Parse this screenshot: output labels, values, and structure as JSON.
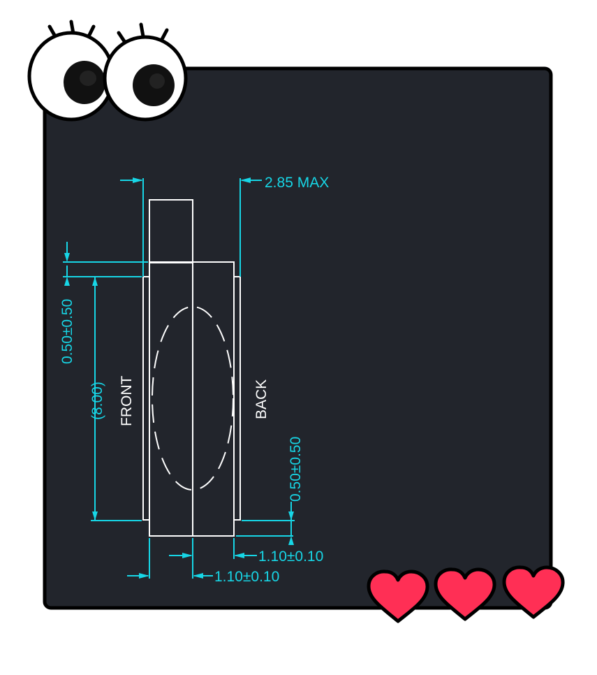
{
  "colors": {
    "panel_background": "#22252c",
    "panel_border": "#000000",
    "dimension_color": "#17d6e6",
    "outline_color": "#ffffff",
    "heart_color": "#ff2f55",
    "eye_white": "#ffffff",
    "eye_pupil": "#111111"
  },
  "icons": {
    "eyes": "cartoon-eyes-icon",
    "hearts": "heart-icon"
  },
  "drawing": {
    "top_dimension_label": "2.85 MAX",
    "left_offset_label": "0.50±0.50",
    "overall_length_label": "(8.00)",
    "right_offset_label": "0.50±0.50",
    "front_label": "FRONT",
    "back_label": "BACK",
    "back_thickness_label": "1.10±0.10",
    "front_thickness_label": "1.10±0.10"
  },
  "decorations": {
    "heart_count": 3
  }
}
